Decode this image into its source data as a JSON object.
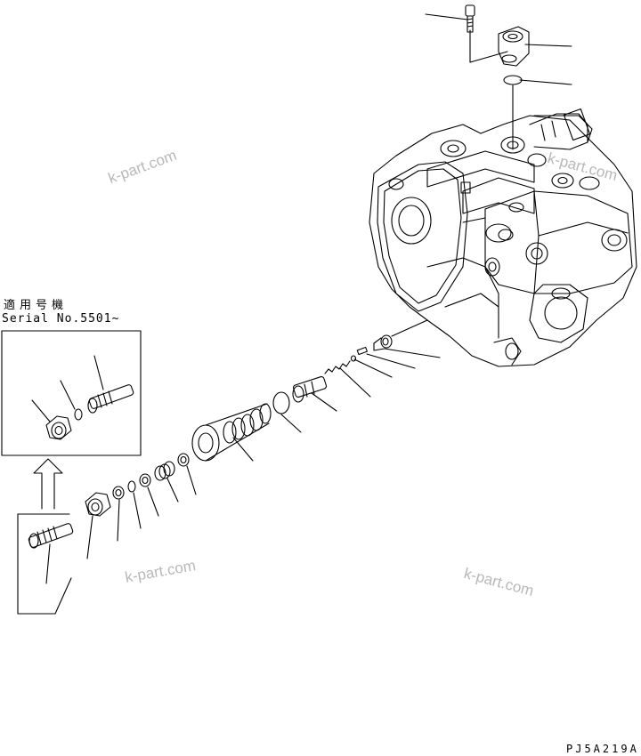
{
  "serial_note": {
    "applicable_label": "適用号機",
    "serial_number": "Serial No.5501~"
  },
  "drawing_code": "PJ5A219A",
  "watermarks": [
    "k-part.com",
    "k-part.com",
    "k-part.com",
    "k-part.com"
  ]
}
